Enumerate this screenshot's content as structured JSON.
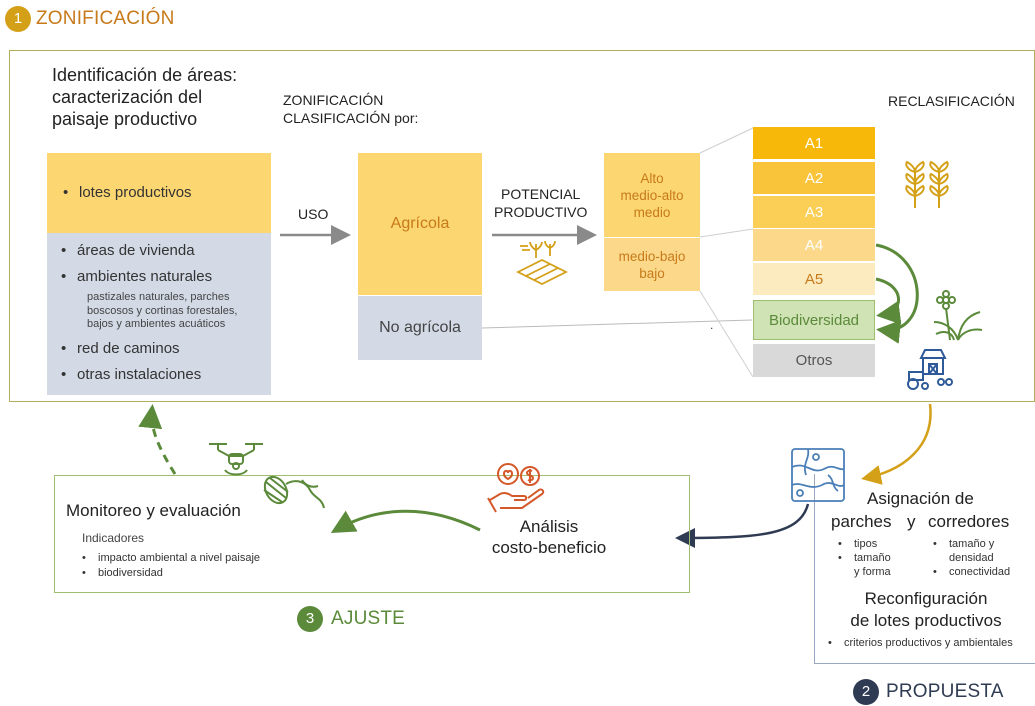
{
  "colors": {
    "gold": "#d4a017",
    "olive_frame": "#b3ae5a",
    "green": "#5b8a3a",
    "green_frame": "#9dbf6f",
    "navy": "#2f3b52",
    "blue_frame": "#9aa9c2",
    "orange_text": "#c77a1a",
    "yellow_box": "#fcd670",
    "grey_blue_box": "#d3dae6",
    "a1": "#f8b80a",
    "a2": "#f9c33a",
    "a3": "#fbcf55",
    "a4": "#fcd98a",
    "a5": "#fdebc0",
    "bio": "#cfe3b5",
    "otros": "#d9d9d9"
  },
  "stage1": {
    "number": "1",
    "title": "ZONIFICACIÓN",
    "heading": [
      "Identificación de áreas:",
      "caracterización del",
      "paisaje productivo"
    ],
    "zon_heading": [
      "ZONIFICACIÓN",
      "CLASIFICACIÓN por:"
    ],
    "reclas_heading": "RECLASIFICACIÓN",
    "lotes": "lotes productivos",
    "other_areas": {
      "vivienda": "áreas de vivienda",
      "ambientes": "ambientes naturales",
      "ambientes_detail": [
        "pastizales naturales, parches",
        "boscosos y cortinas forestales,",
        "bajos y ambientes acuáticos"
      ],
      "caminos": "red de caminos",
      "instalaciones": "otras instalaciones"
    },
    "uso": "USO",
    "agricola": "Agrícola",
    "no_agricola": "No agrícola",
    "potencial": [
      "POTENCIAL",
      "PRODUCTIVO"
    ],
    "alto_group": [
      "Alto",
      "medio-alto",
      "medio"
    ],
    "bajo_group": [
      "medio-bajo",
      "bajo"
    ],
    "classes": [
      "A1",
      "A2",
      "A3",
      "A4",
      "A5"
    ],
    "biodiversidad": "Biodiversidad",
    "otros": "Otros",
    "dot": "."
  },
  "stage2": {
    "number": "2",
    "title": "PROPUESTA",
    "asignacion": "Asignación de",
    "parches": "parches",
    "y": "y",
    "corredores": "corredores",
    "parches_items": [
      "tipos",
      "tamaño",
      "y forma"
    ],
    "corredores_items": [
      "tamaño y",
      "densidad",
      "conectividad"
    ],
    "reconfig": [
      "Reconfiguración",
      "de lotes productivos"
    ],
    "criterios": "criterios productivos y ambientales"
  },
  "stage3": {
    "number": "3",
    "title": "AJUSTE",
    "monitoreo": "Monitoreo y evaluación",
    "indicadores": "Indicadores",
    "indicator_items": [
      "impacto ambiental a nivel paisaje",
      "biodiversidad"
    ],
    "analisis": [
      "Análisis",
      "costo-beneficio"
    ]
  }
}
